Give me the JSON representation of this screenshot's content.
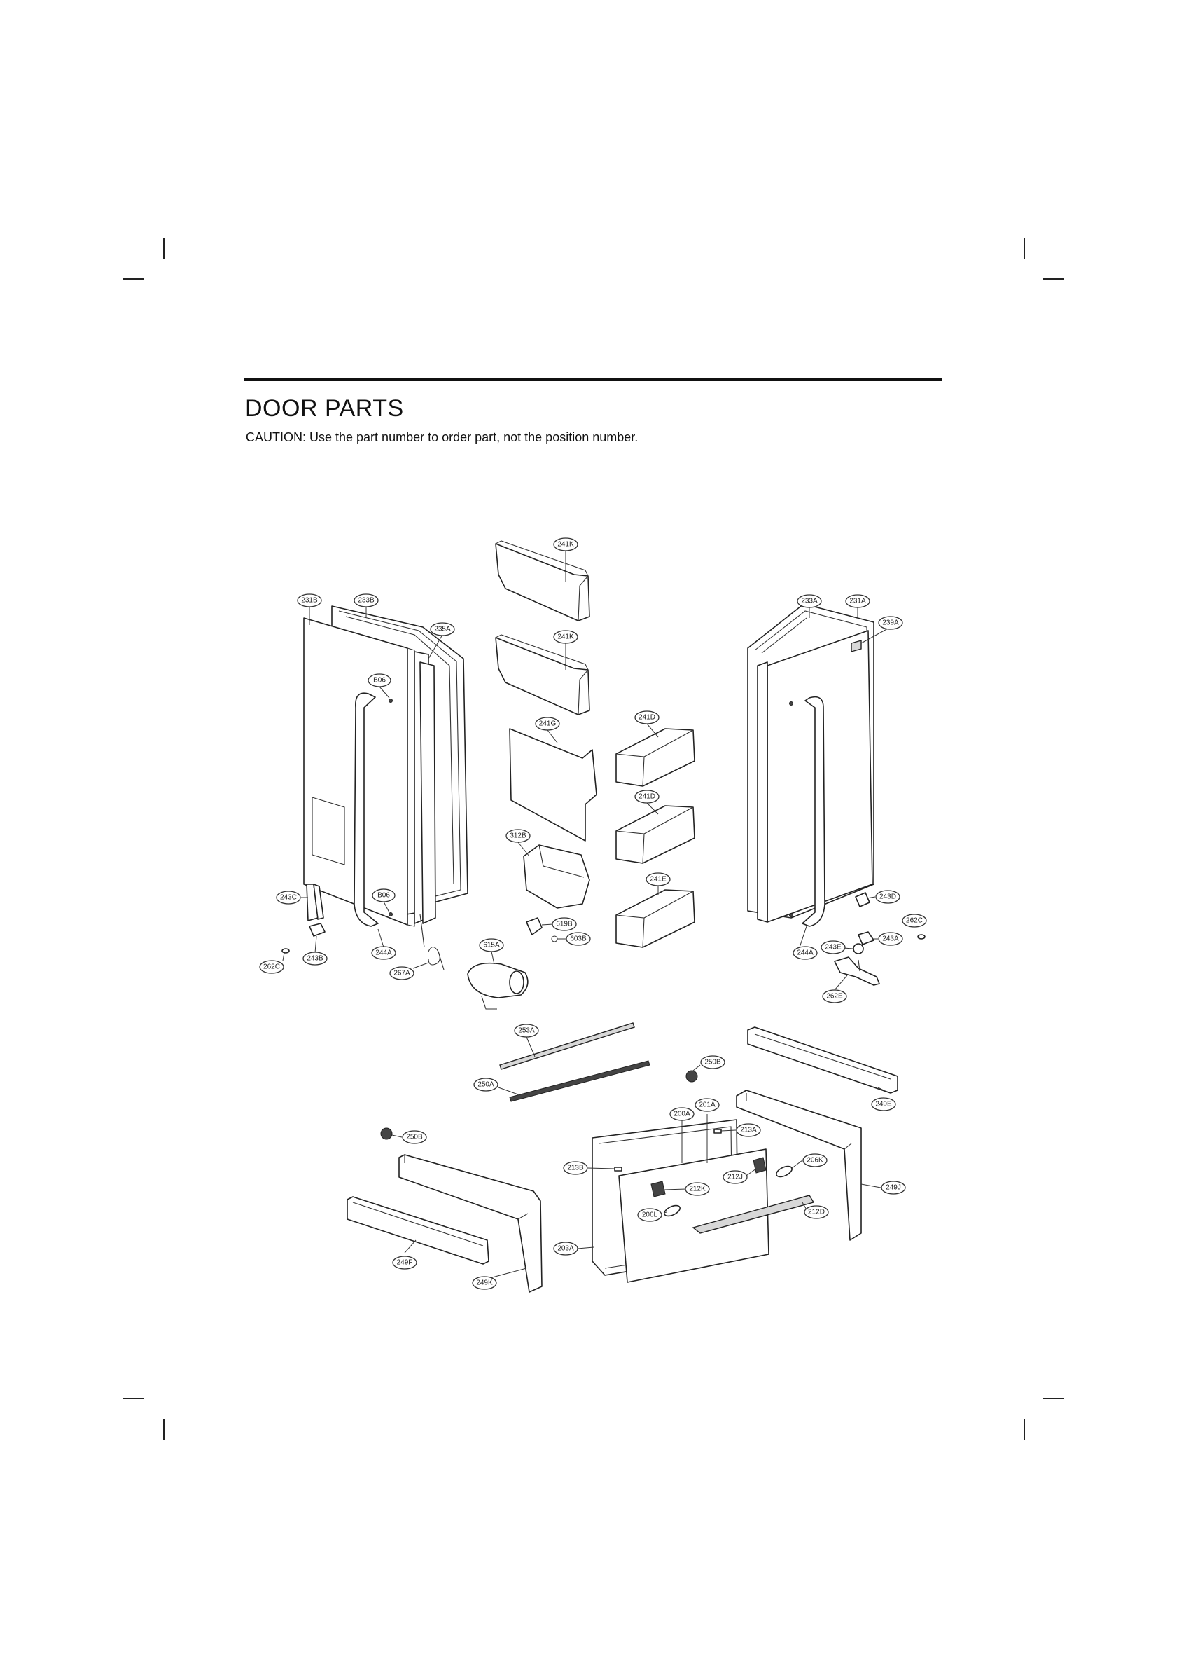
{
  "title": "DOOR PARTS",
  "caution": "CAUTION: Use the part number to order part, not the position number.",
  "callouts": [
    {
      "id": "241K-top",
      "label": "241K"
    },
    {
      "id": "231B",
      "label": "231B"
    },
    {
      "id": "233B",
      "label": "233B"
    },
    {
      "id": "235A",
      "label": "235A"
    },
    {
      "id": "241K-mid",
      "label": "241K"
    },
    {
      "id": "233A",
      "label": "233A"
    },
    {
      "id": "231A",
      "label": "231A"
    },
    {
      "id": "239A",
      "label": "239A"
    },
    {
      "id": "B06-top",
      "label": "B06"
    },
    {
      "id": "241D-top",
      "label": "241D"
    },
    {
      "id": "241G",
      "label": "241G"
    },
    {
      "id": "241D-mid",
      "label": "241D"
    },
    {
      "id": "312B",
      "label": "312B"
    },
    {
      "id": "241E",
      "label": "241E"
    },
    {
      "id": "243C",
      "label": "243C"
    },
    {
      "id": "B06-bot",
      "label": "B06"
    },
    {
      "id": "243D",
      "label": "243D"
    },
    {
      "id": "619B",
      "label": "619B"
    },
    {
      "id": "603B",
      "label": "603B"
    },
    {
      "id": "262C-right",
      "label": "262C"
    },
    {
      "id": "243A",
      "label": "243A"
    },
    {
      "id": "615A",
      "label": "615A"
    },
    {
      "id": "244A-left",
      "label": "244A"
    },
    {
      "id": "243B",
      "label": "243B"
    },
    {
      "id": "243E",
      "label": "243E"
    },
    {
      "id": "244A-right",
      "label": "244A"
    },
    {
      "id": "262C-left",
      "label": "262C"
    },
    {
      "id": "267A",
      "label": "267A"
    },
    {
      "id": "262E",
      "label": "262E"
    },
    {
      "id": "253A",
      "label": "253A"
    },
    {
      "id": "250B-top",
      "label": "250B"
    },
    {
      "id": "250A",
      "label": "250A"
    },
    {
      "id": "249E",
      "label": "249E"
    },
    {
      "id": "201A",
      "label": "201A"
    },
    {
      "id": "200A",
      "label": "200A"
    },
    {
      "id": "213A",
      "label": "213A"
    },
    {
      "id": "250B-left",
      "label": "250B"
    },
    {
      "id": "206K",
      "label": "206K"
    },
    {
      "id": "213B",
      "label": "213B"
    },
    {
      "id": "212J",
      "label": "212J"
    },
    {
      "id": "249J",
      "label": "249J"
    },
    {
      "id": "212K",
      "label": "212K"
    },
    {
      "id": "206L",
      "label": "206L"
    },
    {
      "id": "212D",
      "label": "212D"
    },
    {
      "id": "203A",
      "label": "203A"
    },
    {
      "id": "249F",
      "label": "249F"
    },
    {
      "id": "249K",
      "label": "249K"
    }
  ]
}
